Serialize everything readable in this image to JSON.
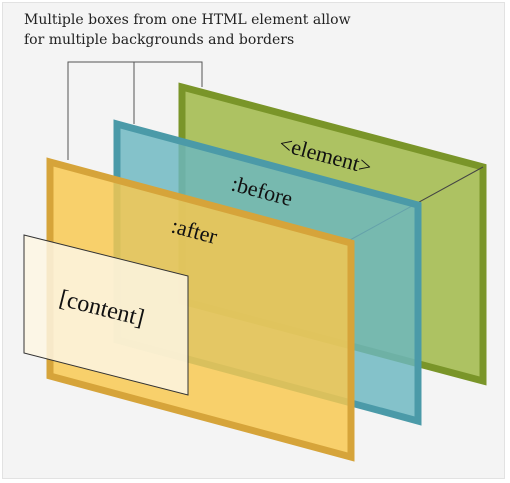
{
  "caption": {
    "line1": "Multiple boxes from one HTML element allow",
    "line2": "for multiple backgrounds and  borders"
  },
  "layers": {
    "element": {
      "label": "<element>",
      "fill": "#a5bd52",
      "border": "#7a9529"
    },
    "before": {
      "label": ":before",
      "fill": "#6bb7c1",
      "border": "#4b9aa8"
    },
    "after": {
      "label": ":after",
      "fill": "#f9c84d",
      "border": "#d6a43a"
    },
    "content": {
      "label": "[content]",
      "fill": "#fdf6e3",
      "border": "#333333"
    }
  }
}
